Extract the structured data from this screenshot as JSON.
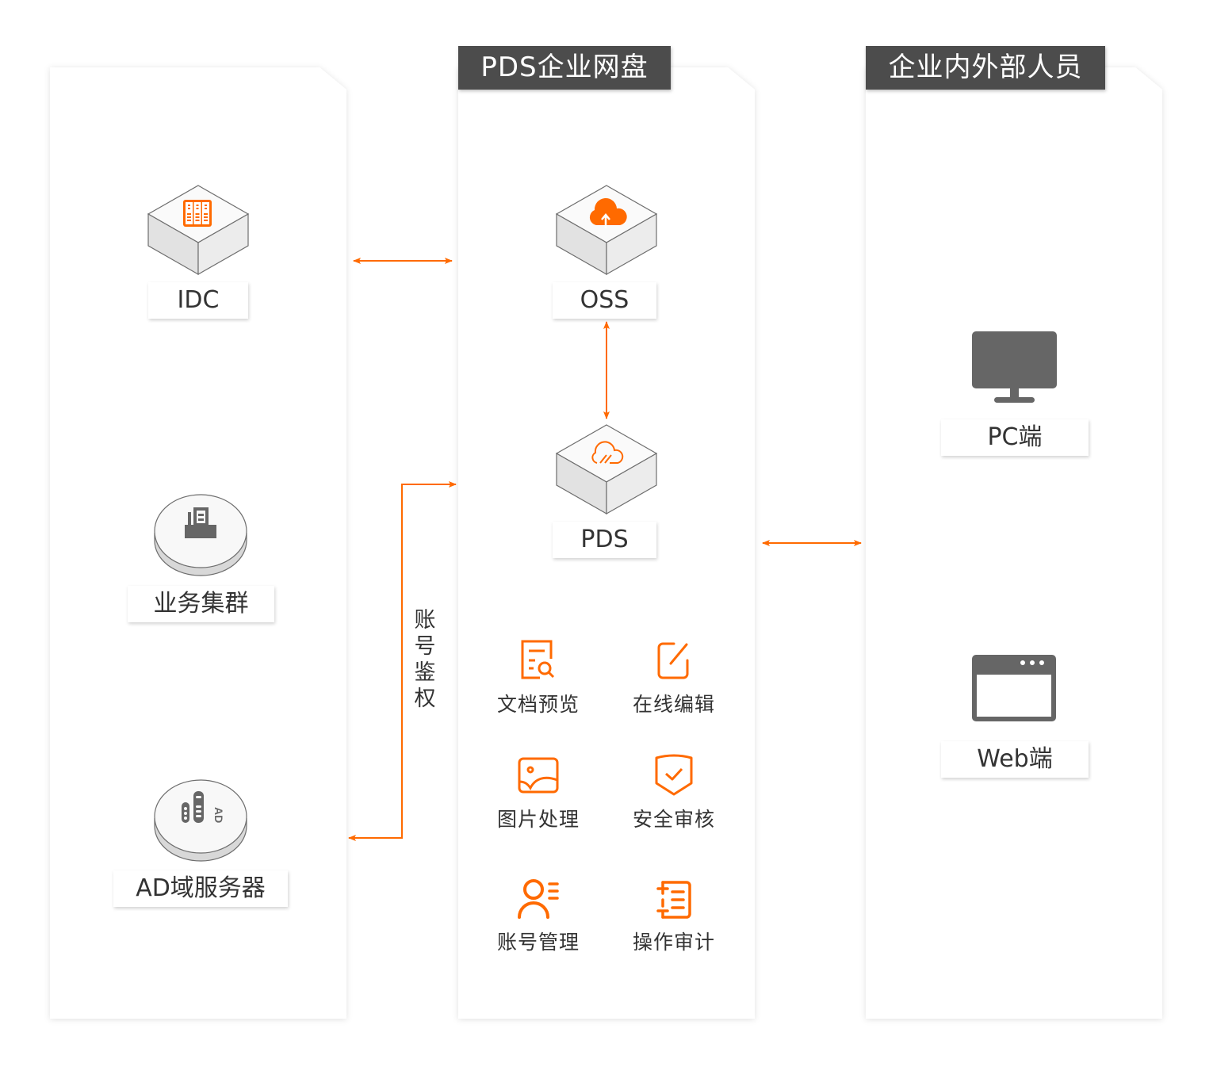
{
  "colors": {
    "accent": "#ff6a00",
    "header_bg": "#4c4c4c",
    "icon_gray": "#666666",
    "text": "#333333"
  },
  "columns": {
    "left": {
      "nodes": [
        {
          "label": "IDC",
          "icon": "server-rack-icon",
          "shape": "cube"
        },
        {
          "label": "业务集群",
          "icon": "business-cluster-icon",
          "shape": "cylinder"
        },
        {
          "label": "AD域服务器",
          "icon": "ad-server-icon",
          "shape": "cylinder"
        }
      ]
    },
    "middle": {
      "title": "PDS企业网盘",
      "nodes": [
        {
          "label": "OSS",
          "icon": "cloud-upload-icon",
          "shape": "cube"
        },
        {
          "label": "PDS",
          "icon": "cloud-link-icon",
          "shape": "cube"
        }
      ],
      "features": [
        {
          "label": "文档预览",
          "icon": "document-search-icon"
        },
        {
          "label": "在线编辑",
          "icon": "edit-icon"
        },
        {
          "label": "图片处理",
          "icon": "image-icon"
        },
        {
          "label": "安全审核",
          "icon": "shield-check-icon"
        },
        {
          "label": "账号管理",
          "icon": "user-list-icon"
        },
        {
          "label": "操作审计",
          "icon": "audit-log-icon"
        }
      ]
    },
    "right": {
      "title": "企业内外部人员",
      "nodes": [
        {
          "label": "PC端",
          "icon": "monitor-icon"
        },
        {
          "label": "Web端",
          "icon": "browser-window-icon"
        }
      ]
    }
  },
  "connections": [
    {
      "from": "IDC",
      "to": "PDS企业网盘",
      "direction": "bidirectional"
    },
    {
      "from": "OSS",
      "to": "PDS",
      "direction": "bidirectional"
    },
    {
      "from": "PDS企业网盘",
      "to": "企业内外部人员",
      "direction": "bidirectional"
    },
    {
      "from": "AD域服务器",
      "to": "PDS企业网盘",
      "direction": "bidirectional",
      "label": [
        "账",
        "号",
        "鉴",
        "权"
      ]
    }
  ]
}
